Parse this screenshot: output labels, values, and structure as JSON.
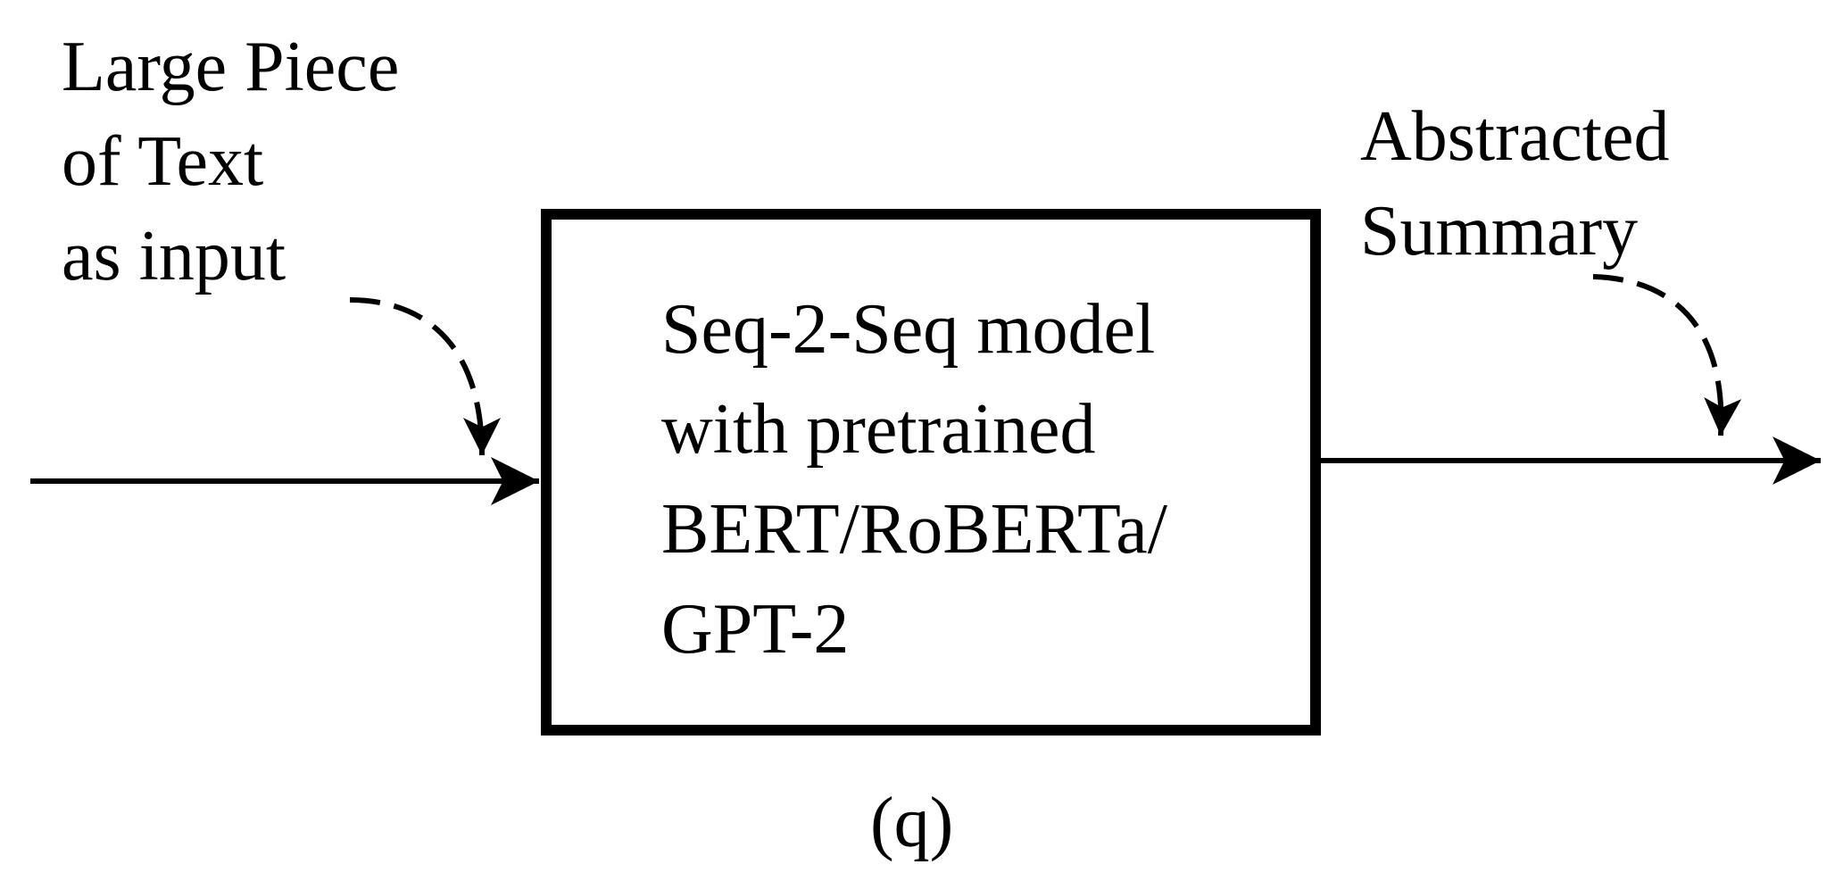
{
  "input_label": {
    "lines": [
      "Large Piece",
      "of Text",
      "as input"
    ]
  },
  "model_box": {
    "lines": [
      "Seq-2-Seq model",
      "with pretrained",
      "BERT/RoBERTa/",
      "GPT-2"
    ]
  },
  "output_label": {
    "lines": [
      "Abstracted",
      "Summary"
    ]
  },
  "caption": "(q)",
  "colors": {
    "stroke": "#000000",
    "background": "#ffffff"
  }
}
